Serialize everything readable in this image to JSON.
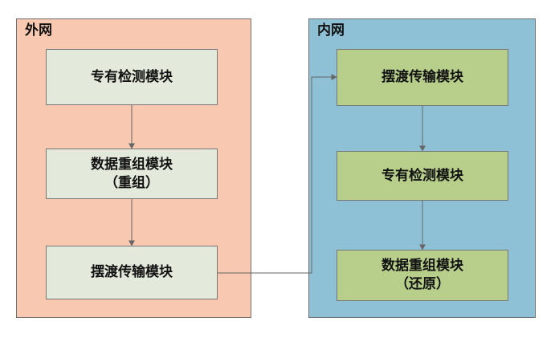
{
  "outer_network": {
    "label": "外网",
    "fill": "#f8c8b1",
    "modules": [
      {
        "line1": "专有检测模块",
        "line2": ""
      },
      {
        "line1": "数据重组模块",
        "line2": "（重组）"
      },
      {
        "line1": "摆渡传输模块",
        "line2": ""
      }
    ]
  },
  "inner_network": {
    "label": "内网",
    "fill": "#8fc1d6",
    "modules": [
      {
        "line1": "摆渡传输模块",
        "line2": ""
      },
      {
        "line1": "专有检测模块",
        "line2": ""
      },
      {
        "line1": "数据重组模块",
        "line2": "（还原）"
      }
    ]
  },
  "colors": {
    "outer_module_fill": "#e3eadb",
    "inner_module_fill": "#b7cf8b",
    "line": "#666666"
  }
}
